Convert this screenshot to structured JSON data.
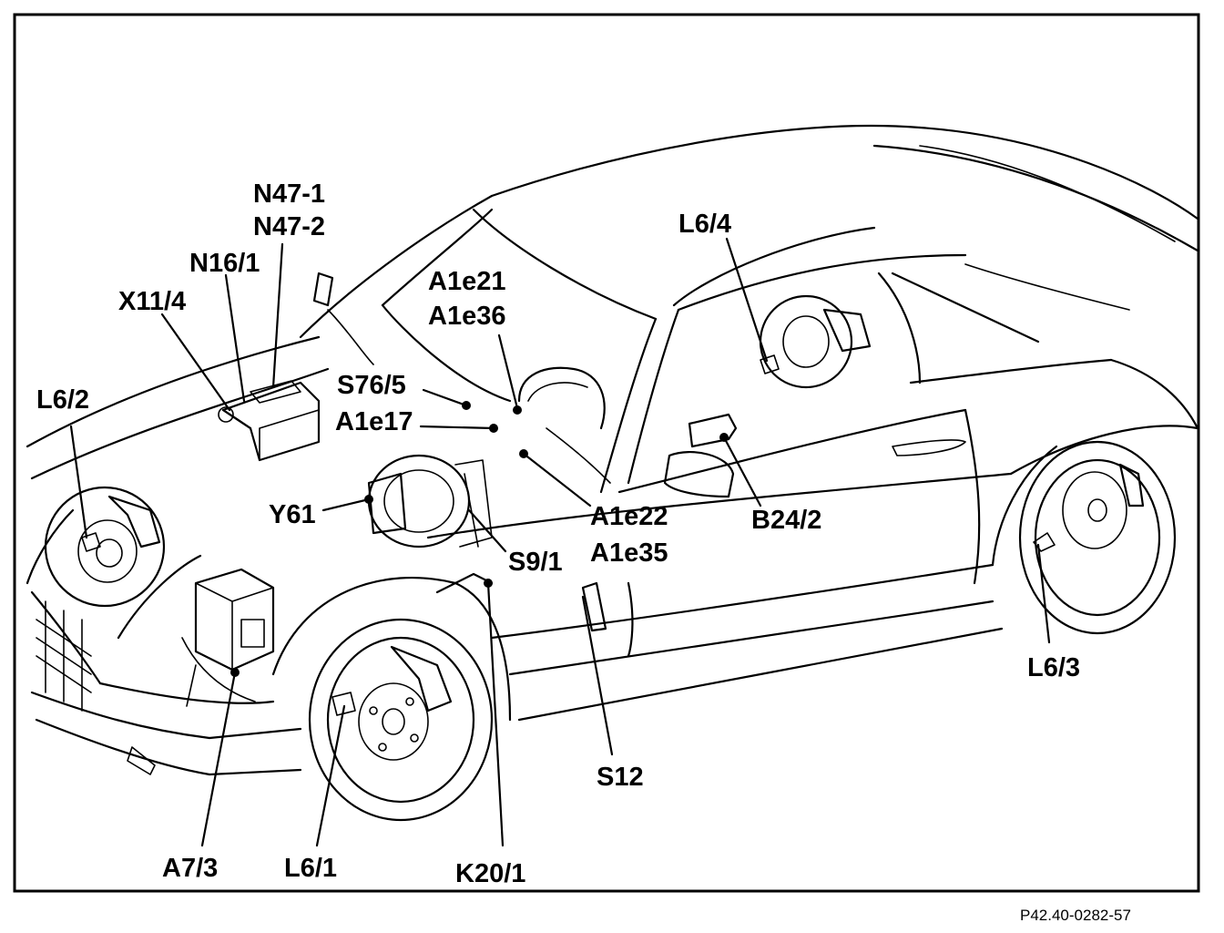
{
  "labels": {
    "N47_1": "N47-1",
    "N47_2": "N47-2",
    "N16_1": "N16/1",
    "X11_4": "X11/4",
    "L6_2": "L6/2",
    "L6_4": "L6/4",
    "A1e21": "A1e21",
    "A1e36": "A1e36",
    "S76_5": "S76/5",
    "A1e17": "A1e17",
    "Y61": "Y61",
    "A1e22": "A1e22",
    "A1e35": "A1e35",
    "B24_2": "B24/2",
    "S9_1": "S9/1",
    "L6_3": "L6/3",
    "S12": "S12",
    "A7_3": "A7/3",
    "L6_1": "L6/1",
    "K20_1": "K20/1"
  },
  "figure_code": "P42.40-0282-57"
}
